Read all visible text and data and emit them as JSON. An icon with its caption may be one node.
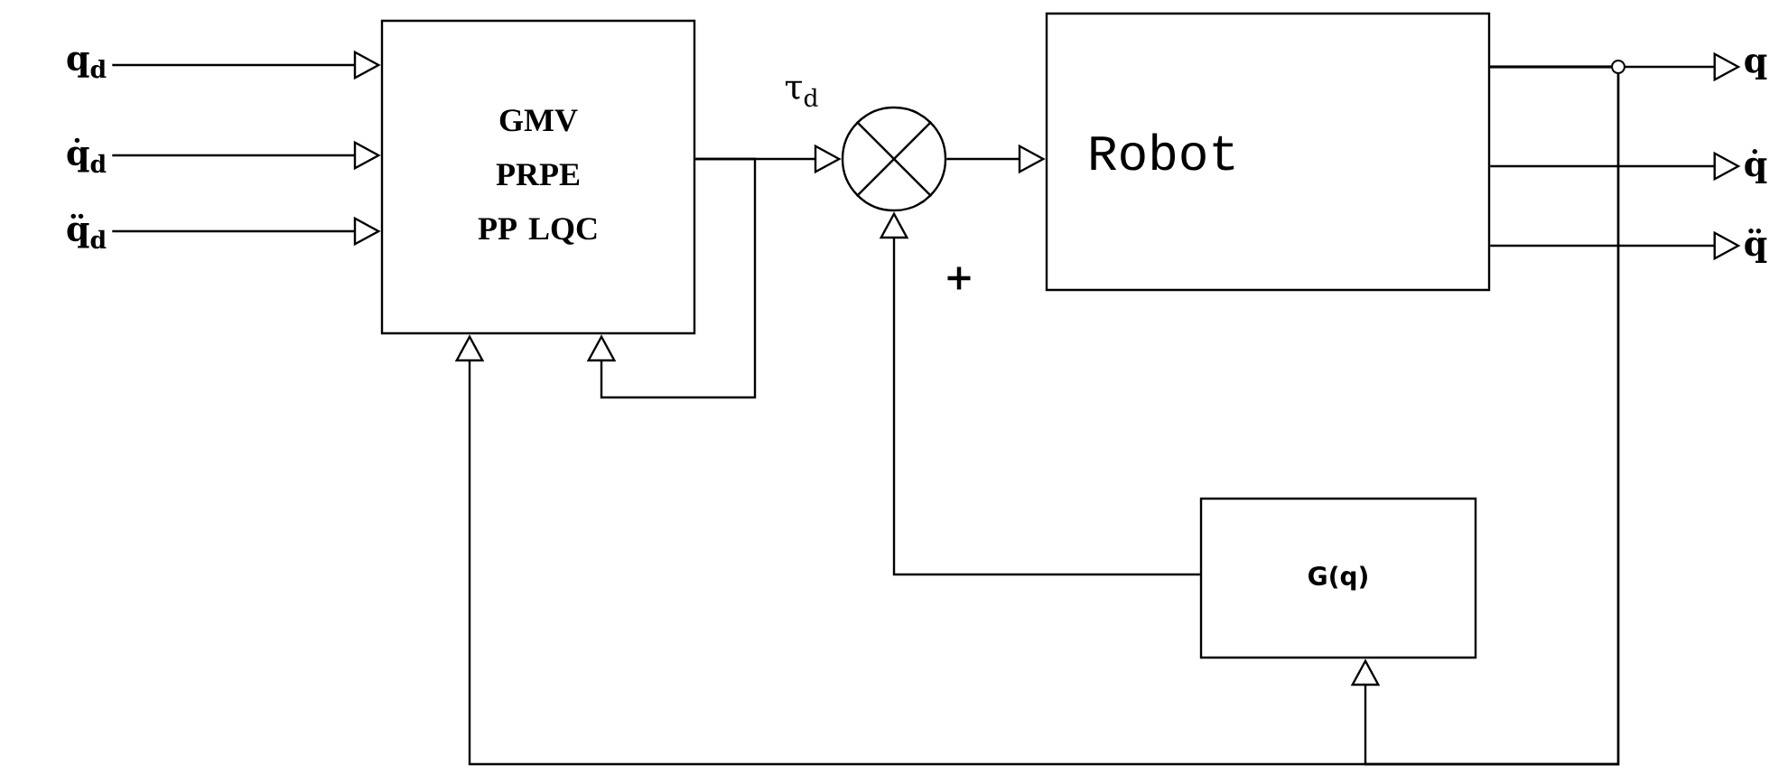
{
  "diagram": {
    "nodes": [
      {
        "text": [
          "q$_{d}$"
        ]
      },
      {
        "text": [
          "q̇$_{d}$"
        ]
      },
      {
        "text": [
          "q̈$_{d}$"
        ]
      },
      {
        "text": [
          "GMV PRPE PP LQC"
        ]
      },
      {
        "text": [],
        "shape": "circle"
      },
      {
        "text": [
          "Robot"
        ]
      },
      {
        "text": [
          "G(q)"
        ]
      },
      {
        "text": [
          "q"
        ]
      },
      {
        "text": [
          "q̇"
        ]
      },
      {
        "text": [
          "q̈"
        ]
      }
    ],
    "edges": [
      {
        "from": 0,
        "to": 3,
        "arrow": "to"
      },
      {
        "from": 1,
        "to": 3,
        "arrow": "to"
      },
      {
        "from": 2,
        "to": 3,
        "arrow": "to"
      },
      {
        "from": 3,
        "to": 4,
        "arrow": "to",
        "label": "τ$_{d}$"
      },
      {
        "from": 3,
        "to": 3,
        "arrow": "to"
      },
      {
        "from": 4,
        "to": 5,
        "arrow": "to"
      },
      {
        "from": 5,
        "to": 7,
        "arrow": "to"
      },
      {
        "from": 5,
        "to": 8,
        "arrow": "to"
      },
      {
        "from": 5,
        "to": 9,
        "arrow": "to"
      },
      {
        "from": 6,
        "to": 4,
        "arrow": "to"
      },
      {
        "from": 5,
        "to": 6,
        "arrow": "to"
      },
      {
        "from": 5,
        "to": 3,
        "arrow": "to"
      }
    ],
    "labels": [
      "+"
    ]
  }
}
